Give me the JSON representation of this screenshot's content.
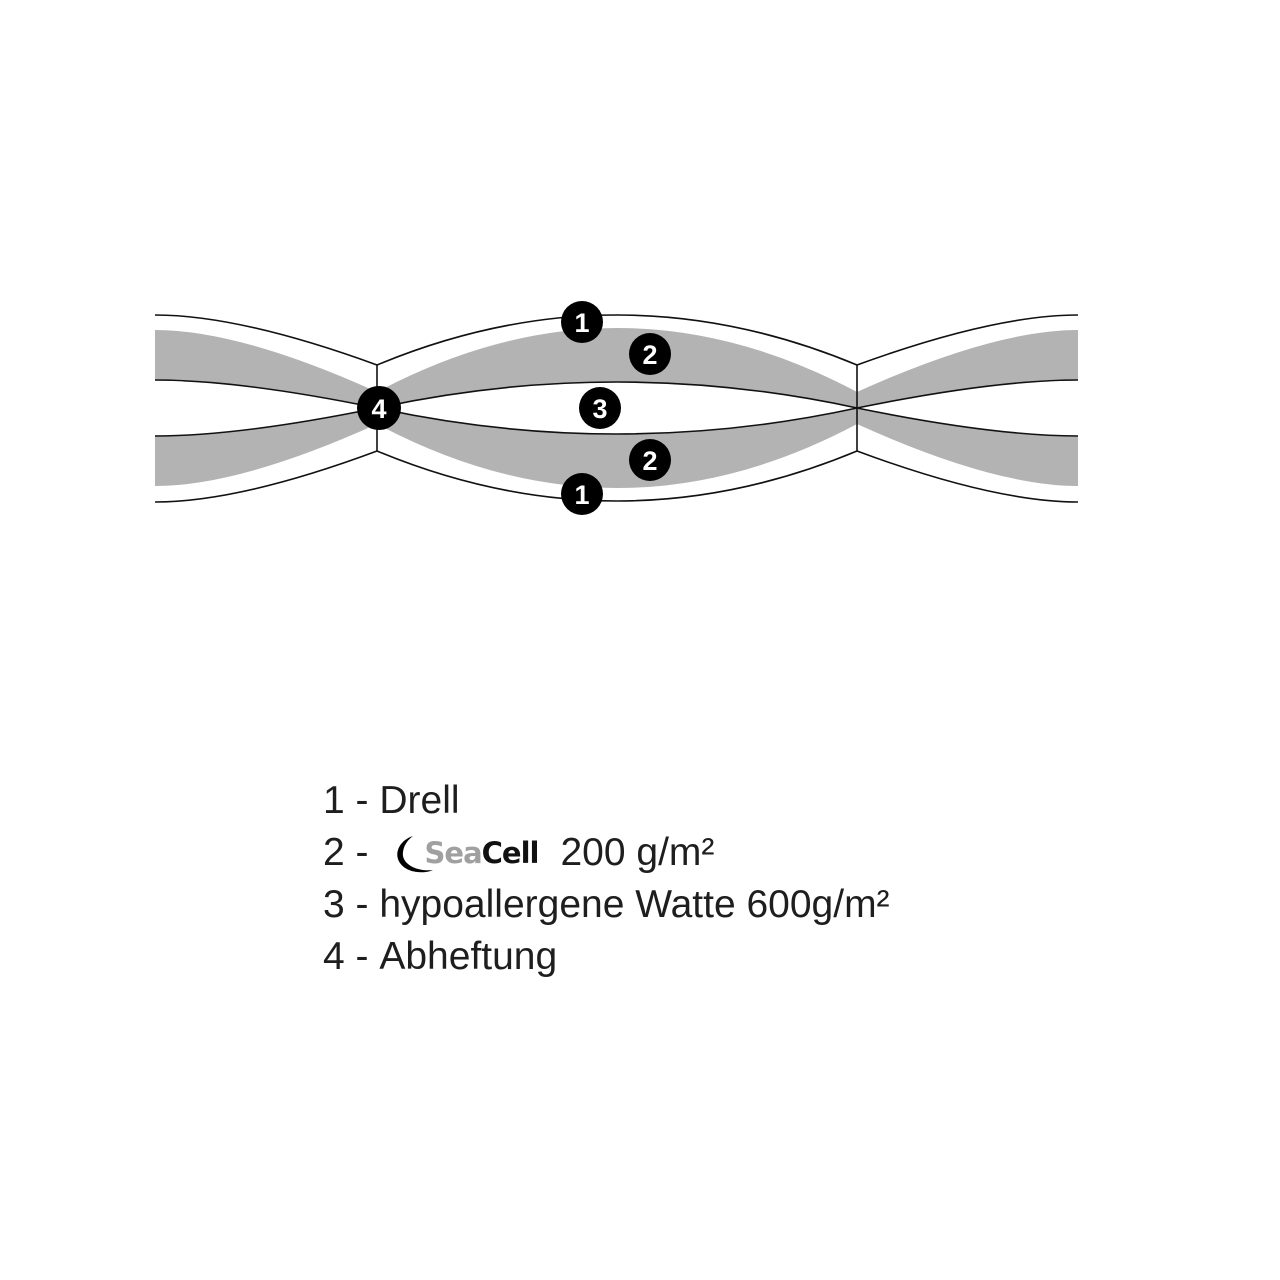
{
  "diagram": {
    "markers": [
      {
        "id": "drell-top",
        "label": "1"
      },
      {
        "id": "seacell-top",
        "label": "2"
      },
      {
        "id": "watte",
        "label": "3"
      },
      {
        "id": "seacell-bottom",
        "label": "2"
      },
      {
        "id": "drell-bottom",
        "label": "1"
      },
      {
        "id": "abheftung",
        "label": "4"
      }
    ],
    "colors": {
      "layer_fill": "#b3b3b3",
      "line": "#111111",
      "marker": "#000000"
    }
  },
  "legend": {
    "items": [
      {
        "number": "1 -",
        "text": "Drell"
      },
      {
        "number": "2 -",
        "logo_sea": "Sea",
        "logo_cell": "Cell",
        "text": "200 g/m²"
      },
      {
        "number": "3 -",
        "text": "hypoallergene Watte 600g/m²"
      },
      {
        "number": "4 -",
        "text": "Abheftung"
      }
    ]
  }
}
